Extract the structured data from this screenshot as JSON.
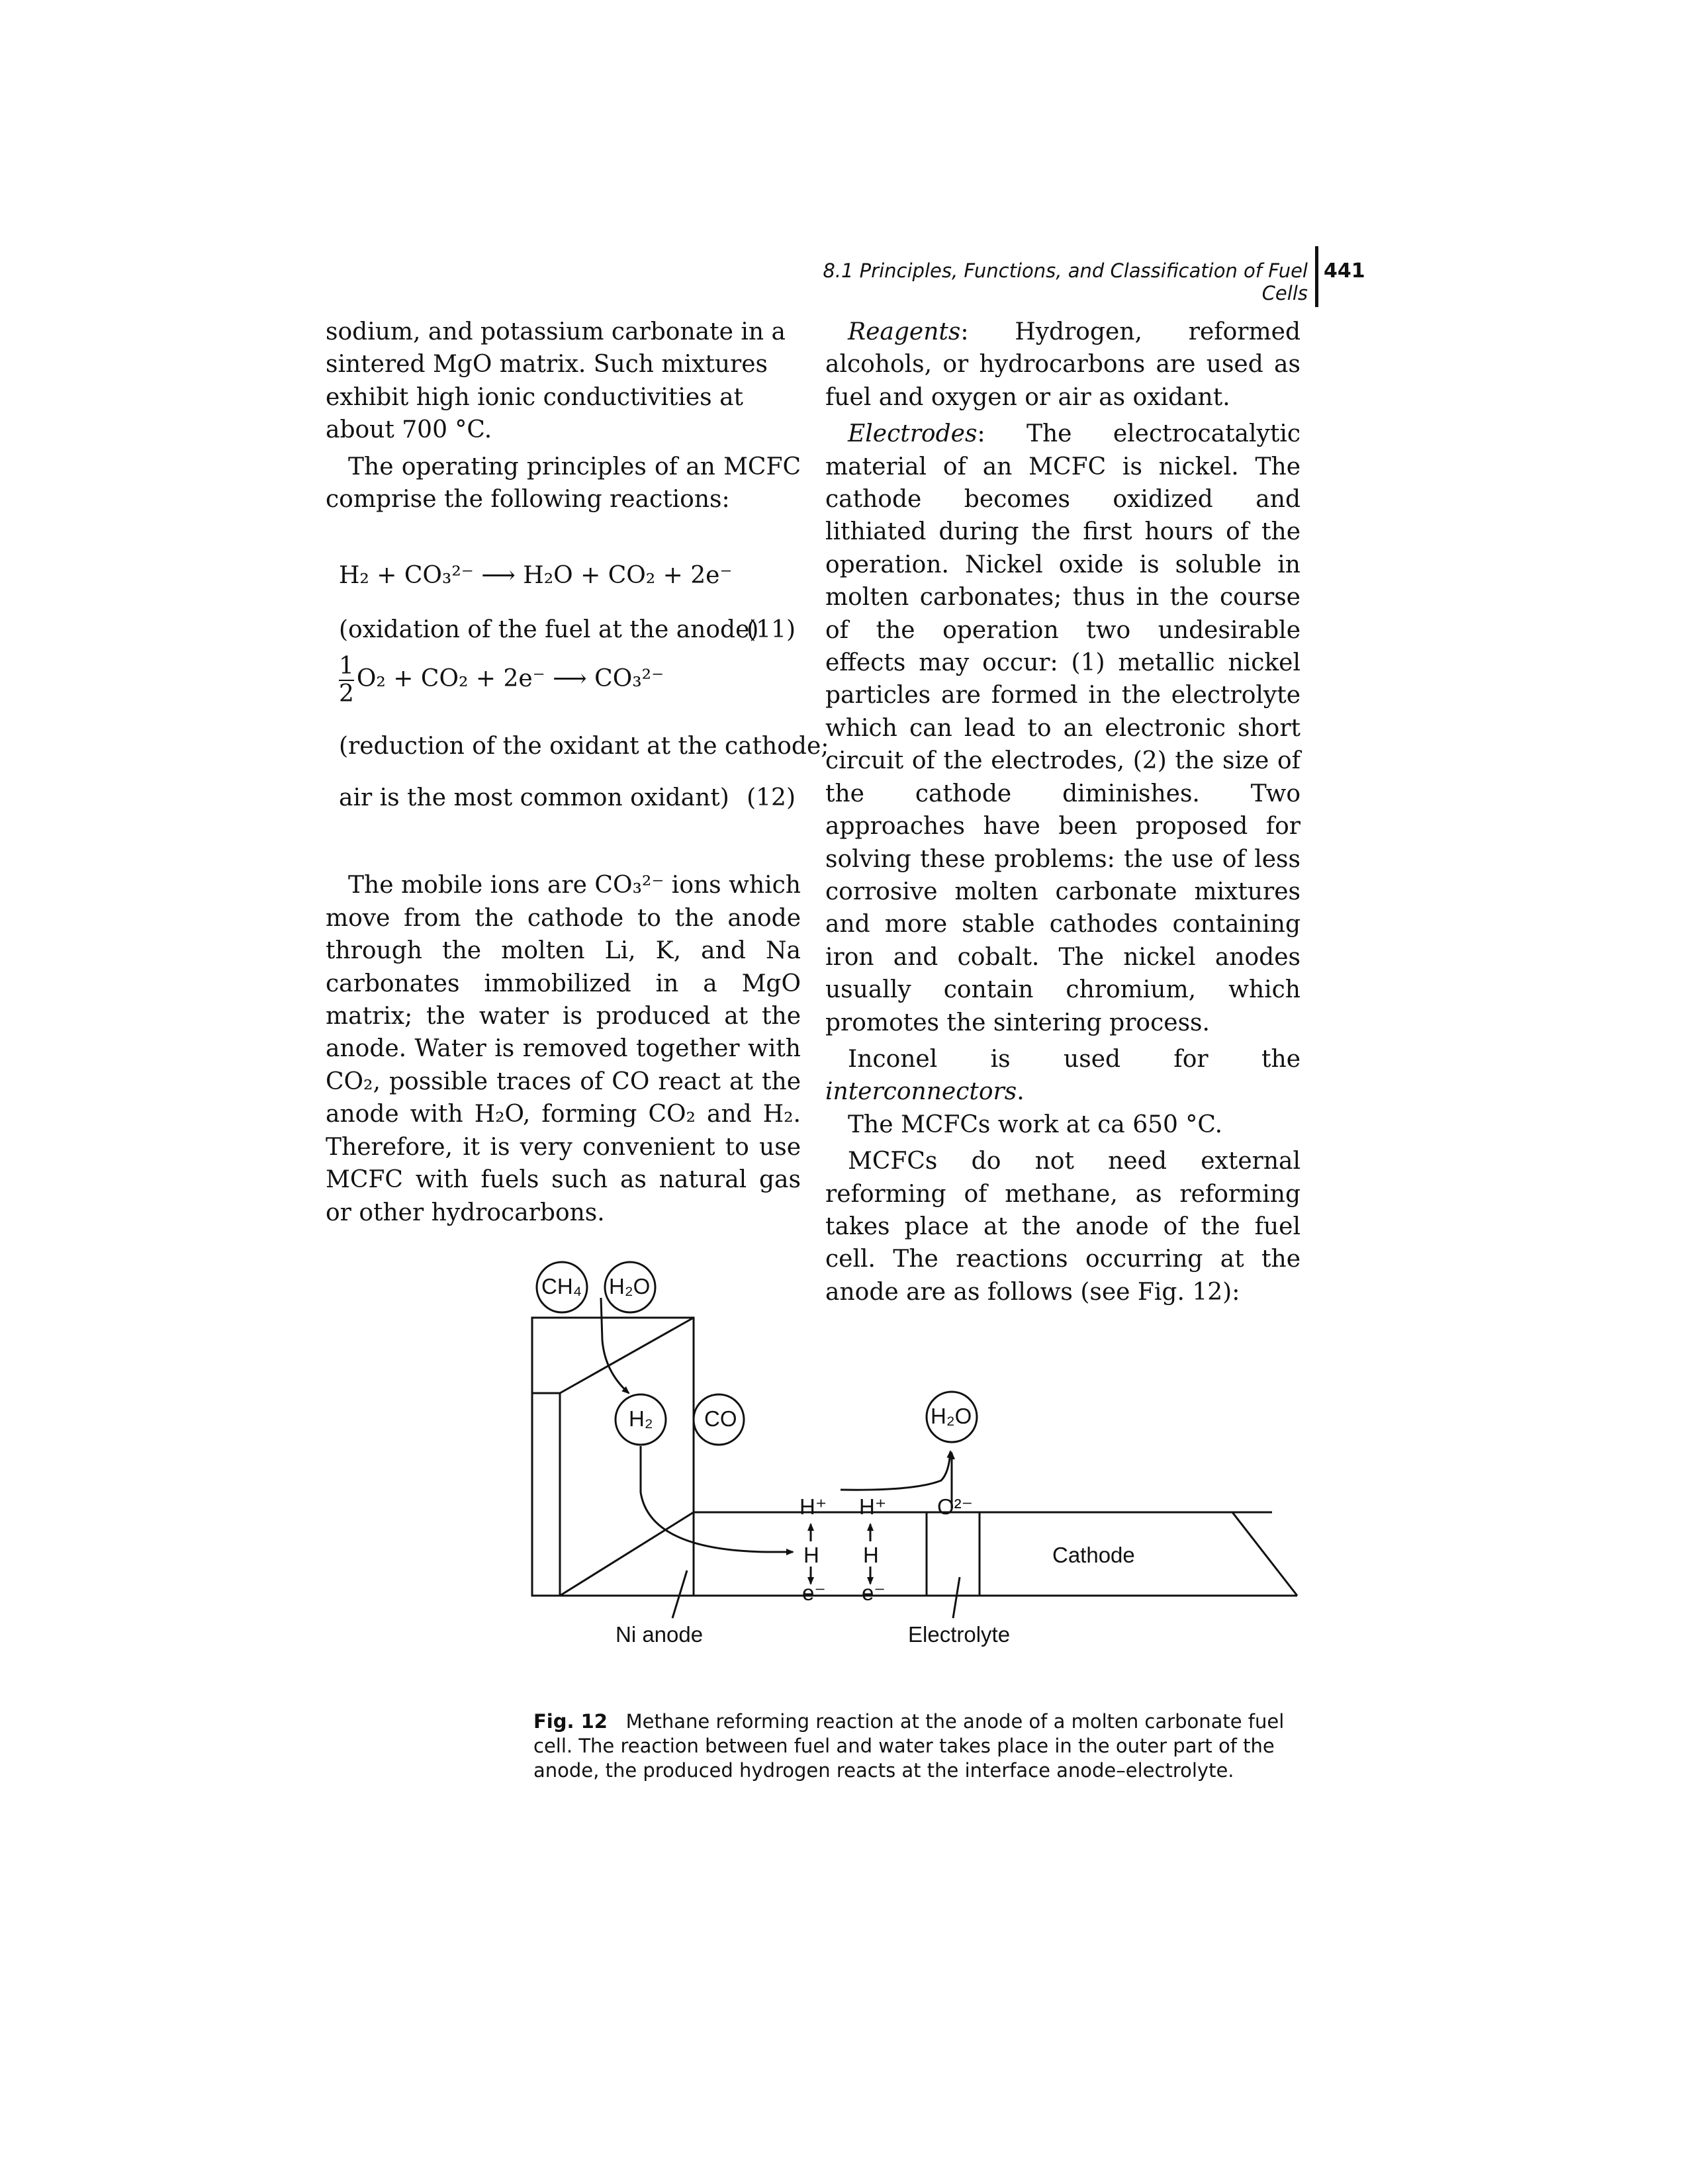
{
  "header": {
    "running_head": "8.1 Principles, Functions, and Classification of Fuel Cells",
    "page_number": "441"
  },
  "left_column": {
    "p1": "sodium, and potassium carbonate in a sintered MgO matrix. Such mixtures exhibit high ionic conductivities at about 700 °C.",
    "p2": "The operating principles of an MCFC comprise the following reactions:",
    "eq11": {
      "formula": "H₂ + CO₃²⁻ ⟶ H₂O + CO₂ + 2e⁻",
      "note": "(oxidation of the fuel at the anode)",
      "number": "(11)"
    },
    "eq12": {
      "frac_num": "1",
      "frac_den": "2",
      "formula": "O₂ + CO₂ + 2e⁻ ⟶ CO₃²⁻",
      "note1": "(reduction of the oxidant at the cathode;",
      "note2": "air is the most common oxidant)",
      "number": "(12)"
    },
    "p3": "The mobile ions are CO₃²⁻ ions which move from the cathode to the anode through the molten Li, K, and Na carbonates immobilized in a MgO matrix; the water is produced at the anode. Water is removed together with CO₂, possible traces of CO react at the anode with H₂O, forming CO₂ and H₂. Therefore, it is very convenient to use MCFC with fuels such as natural gas or other hydrocarbons."
  },
  "right_column": {
    "reagents_label": "Reagents",
    "reagents_text": ": Hydrogen, reformed alcohols, or hydrocarbons are used as fuel and oxygen or air as oxidant.",
    "electrodes_label": "Electrodes",
    "electrodes_text": ": The electrocatalytic material of an MCFC is nickel. The cathode becomes oxidized and lithiated during the first hours of the operation. Nickel oxide is soluble in molten carbonates; thus in the course of the operation two undesirable effects may occur: (1) metallic nickel particles are formed in the electrolyte which can lead to an electronic short circuit of the electrodes, (2) the size of the cathode diminishes. Two approaches have been proposed for solving these problems: the use of less corrosive molten carbonate mixtures and more stable cathodes containing iron and cobalt. The nickel anodes usually contain chromium, which promotes the sintering process.",
    "inconel_pre": "Inconel is used for the ",
    "inconel_em": "interconnectors",
    "inconel_post": ".",
    "temp": "The MCFCs work at ca 650 °C.",
    "reforming": "MCFCs do not need external reforming of methane, as reforming takes place at the anode of the fuel cell. The reactions occurring at the anode are as follows (see Fig. 12):"
  },
  "figure": {
    "labels": {
      "ch4": "CH₄",
      "h2o_top": "H₂O",
      "h2": "H₂",
      "co": "CO",
      "h2o_right": "H₂O",
      "hplus1": "H⁺",
      "hplus2": "H⁺",
      "o2minus": "O²⁻",
      "h1": "H",
      "h2atom": "H",
      "e1": "e⁻",
      "e2": "e⁻",
      "cathode": "Cathode",
      "ni_anode": "Ni anode",
      "electrolyte": "Electrolyte"
    },
    "caption_label": "Fig. 12",
    "caption_text": "Methane reforming reaction at the anode of a molten carbonate fuel cell. The reaction between fuel and water takes place in the outer part of the anode, the produced hydrogen reacts at the interface anode–electrolyte."
  }
}
